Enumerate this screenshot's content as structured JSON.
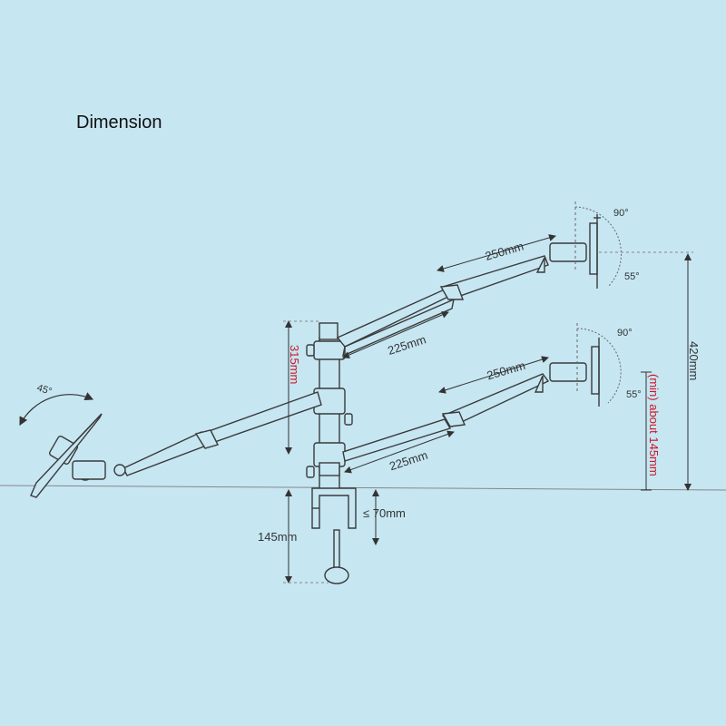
{
  "title": "Dimension",
  "labels": {
    "upper_monitor_arm": "250mm",
    "upper_pole_arm": "225mm",
    "lower_monitor_arm": "250mm",
    "lower_pole_arm": "225mm",
    "pole_height": "315mm",
    "total_height": "420mm",
    "min_height_min": "(min)",
    "min_height_about": " about 145mm",
    "clamp_depth": "145mm",
    "clamp_width": "≤ 70mm",
    "laptop_tilt": "45°",
    "upper_tilt_up": "90°",
    "upper_tilt_down": "55°",
    "lower_tilt_up": "90°",
    "lower_tilt_down": "55°"
  },
  "colors": {
    "background": "#c6e6f2",
    "line": "#3a3a3a",
    "accent_red": "#d01525"
  }
}
